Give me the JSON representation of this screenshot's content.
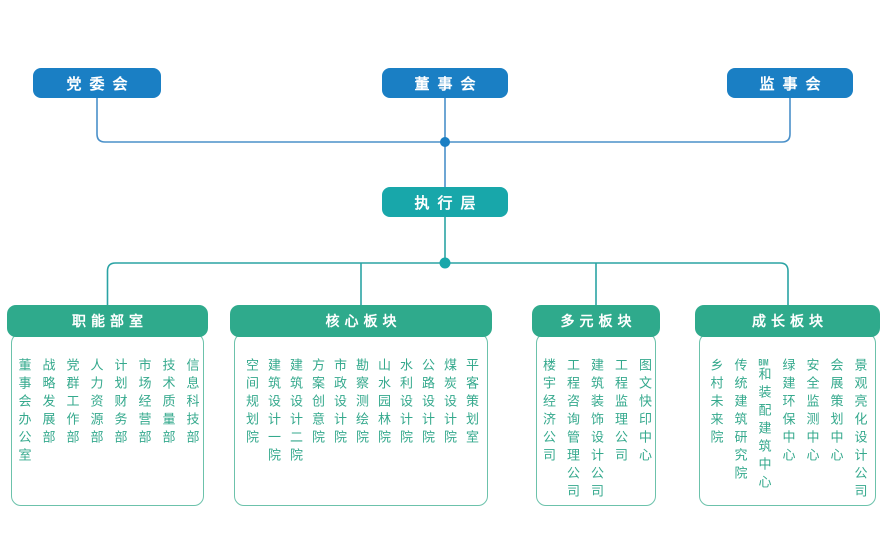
{
  "palette": {
    "node_blue": "#1a7fc4",
    "blue_line": "#4a90c9",
    "node_teal": "#18a7aa",
    "teal_line": "#2aa3a4",
    "group_header_green": "#2faa8c",
    "card_border_green": "#6cc2ab",
    "item_text_green": "#35a98d",
    "node_text": "#ffffff"
  },
  "top_nodes": [
    {
      "label": "党委会"
    },
    {
      "label": "董事会"
    },
    {
      "label": "监事会"
    }
  ],
  "executive": {
    "label": "执行层"
  },
  "groups": [
    {
      "title": "职能部室",
      "items": [
        "董事会办公室",
        "战略发展部",
        "党群工作部",
        "人力资源部",
        "计划财务部",
        "市场经营部",
        "技术质量部",
        "信息科技部"
      ]
    },
    {
      "title": "核心板块",
      "items": [
        "空间规划院",
        "建筑设计一院",
        "建筑设计二院",
        "方案创意院",
        "市政设计院",
        "勘察测绘院",
        "山水园林院",
        "水利设计院",
        "公路设计院",
        "煤炭设计院",
        "平客策划室"
      ]
    },
    {
      "title": "多元板块",
      "items": [
        "楼宇经济公司",
        "工程咨询管理公司",
        "建筑装饰设计公司",
        "工程监理公司",
        "图文快印中心"
      ]
    },
    {
      "title": "成长板块",
      "items": [
        "乡村未来院",
        "传统建筑研究院",
        "BIM和装配建筑中心",
        "绿建环保中心",
        "安全监测中心",
        "会展策划中心",
        "景观亮化设计公司"
      ]
    }
  ]
}
